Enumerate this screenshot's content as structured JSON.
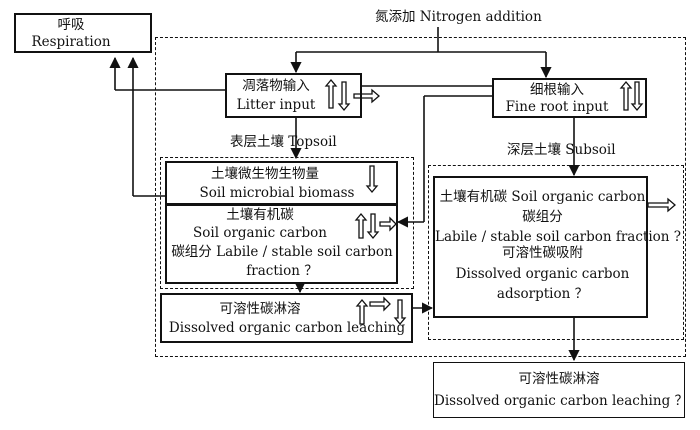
{
  "nitrogen_addition": "氮添加  Nitrogen addition",
  "respiration": {
    "zh": "呼吸",
    "en": "Respiration"
  },
  "litter_input": {
    "zh": "凋落物输入",
    "en": "Litter input"
  },
  "fine_root_input": {
    "zh": "细根输入",
    "en": "Fine root input"
  },
  "topsoil_label": "表层土壤   Topsoil",
  "subsoil_label": "深层土壤   Subsoil",
  "microbial_biomass": {
    "zh": "土壤微生物生物量",
    "en": "Soil microbial biomass"
  },
  "topsoil_soc": {
    "line1": "土壤有机碳",
    "line2": "Soil organic carbon",
    "line3": "碳组分 Labile / stable soil carbon",
    "line4": "fraction ？"
  },
  "topsoil_leaching": {
    "zh": "可溶性碳淋溶",
    "en": "Dissolved organic carbon leaching"
  },
  "subsoil_soc": {
    "line1": "土壤有机碳 Soil organic carbon",
    "line2": "碳组分",
    "line3": "Labile / stable soil carbon fraction ?",
    "line4": "可溶性碳吸附",
    "line5": "Dissolved organic carbon",
    "line6": "adsorption ？"
  },
  "subsoil_leaching": {
    "zh": "可溶性碳淋溶",
    "en": "Dissolved organic carbon leaching ？"
  }
}
